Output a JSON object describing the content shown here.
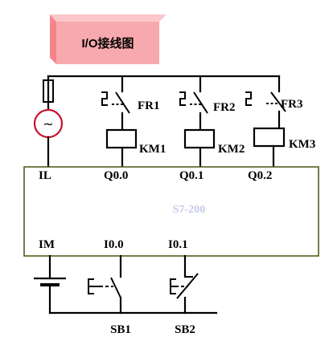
{
  "title": "I/O接线图",
  "plc": {
    "model": "S7-200",
    "outputs": {
      "common": "IL",
      "channels": [
        "Q0.0",
        "Q0.1",
        "Q0.2"
      ]
    },
    "inputs": {
      "common": "IM",
      "channels": [
        "I0.0",
        "I0.1"
      ]
    }
  },
  "overloads": [
    "FR1",
    "FR2",
    "FR3"
  ],
  "contactors": [
    "KM1",
    "KM2",
    "KM3"
  ],
  "buttons": [
    "SB1",
    "SB2"
  ],
  "source": {
    "symbol": "~"
  },
  "colors": {
    "title_box_front": "#f8a9ad",
    "title_box_side": "#f3868c",
    "title_box_top": "#fbc7ca",
    "plc_border": "#4f5f1e",
    "plc_model_text": "#c7c9ec",
    "source_circle": "#c8102e"
  }
}
